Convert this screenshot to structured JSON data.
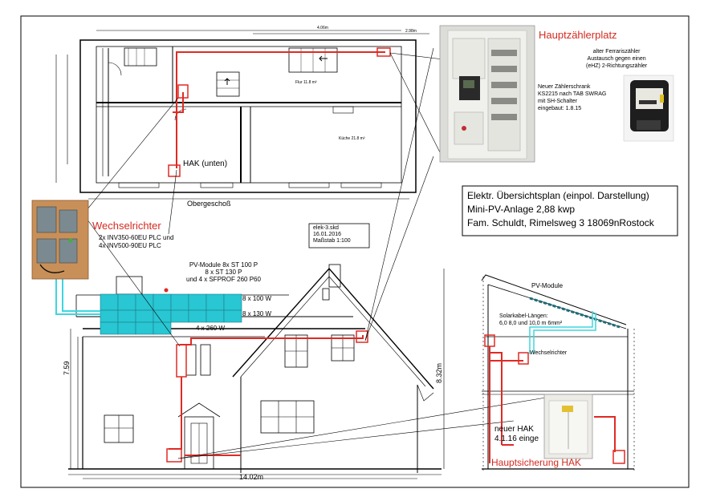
{
  "drawing": {
    "floorplan_caption": "Obergeschoß",
    "hak_upper_label": "HAK (unten)",
    "dimension_total": "14.02m",
    "height_left": "7.59",
    "height_right": "8.32m",
    "room_note_small": "Flur 11.8 m²",
    "room_note_large": "Küche 21.8 m²",
    "file_info": {
      "file": "elek-3.skd",
      "date": "16.01.2016",
      "scale": "Maßstab 1:100"
    }
  },
  "meter": {
    "title": "Hauptzählerplatz",
    "old_meter_note": [
      "alter Ferrariszähler",
      "Austausch gegen einen",
      "(eHZ) 2-Richtungszähler"
    ],
    "cabinet_note": [
      "Neuer Zählerschrank",
      "KS2215 nach TAB SWRAG",
      "mit SH-Schalter",
      "eingebaut: 1.8.15"
    ]
  },
  "overview": {
    "line1": "Elektr. Übersichtsplan (einpol. Darstellung)",
    "line2": "Mini-PV-Anlage 2,88 kwp",
    "line3": "Fam. Schuldt, Rimelsweg 3 18069nRostock"
  },
  "inverter": {
    "title": "Wechselrichter",
    "lines": [
      "2x INV350-60EU PLC und",
      "4x INV500-90EU PLC"
    ]
  },
  "pv": {
    "modules_heading": [
      "PV-Module 8x ST 100 P",
      "8 x ST 130  P",
      "und  4 x SFPROF 260 P60"
    ],
    "row_labels": [
      "8 x 100 W",
      "8 x 130 W",
      "4 x 260 W"
    ],
    "side_label": "PV-Module",
    "cable_lengths": [
      "Solarkabel-Längen:",
      "6,0  8,0 und 10,0 m  6mm²"
    ],
    "side_inverter_label": "Wechselrichter"
  },
  "hak": {
    "new_hak": [
      "neuer HAK",
      "4.1.16 einge"
    ],
    "fuse_title": "Hauptsicherung HAK"
  },
  "colors": {
    "wire_red": "#e02a24",
    "solar_cyan": "#3fd6e0",
    "panel_cyan": "#29c6d3",
    "title_red": "#d42a20"
  }
}
